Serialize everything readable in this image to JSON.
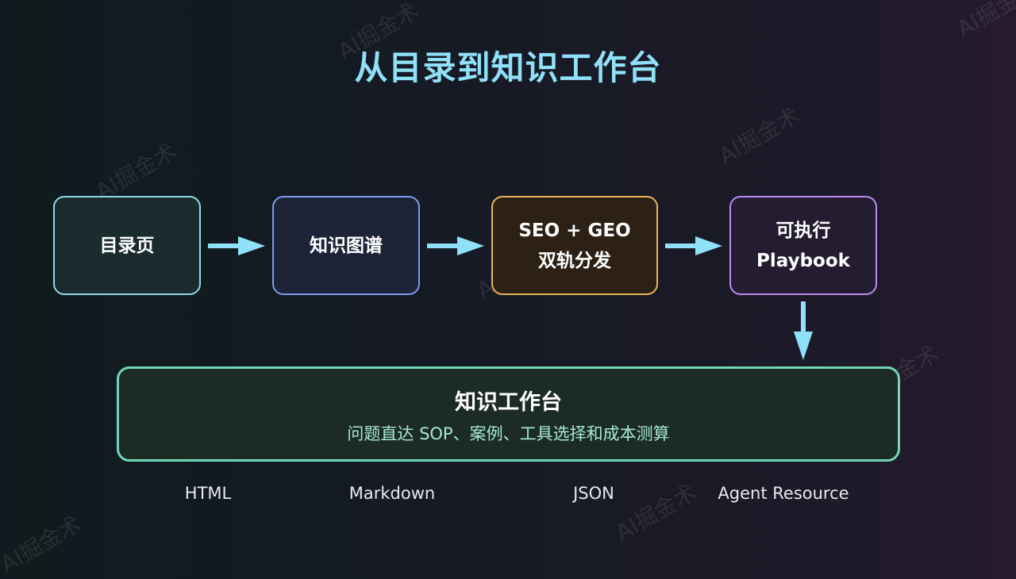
{
  "title": "从目录到知识工作台",
  "flow": [
    {
      "lines": [
        "目录页"
      ]
    },
    {
      "lines": [
        "知识图谱"
      ]
    },
    {
      "lines": [
        "SEO + GEO",
        "双轨分发"
      ]
    },
    {
      "lines": [
        "可执行",
        "Playbook"
      ]
    }
  ],
  "workbench": {
    "title": "知识工作台",
    "subtitle": "问题直达 SOP、案例、工具选择和成本测算"
  },
  "formats": [
    "HTML",
    "Markdown",
    "JSON",
    "Agent Resource"
  ],
  "watermark": "AI掘金术",
  "colors": {
    "title": "#8fe0f8",
    "arrow": "#8fe0f8",
    "box_directory": "#8fd8e8",
    "box_graph": "#7f98f0",
    "box_seo_geo": "#e8b458",
    "box_playbook": "#b98af0",
    "workbench_border": "#6fd6b4"
  }
}
